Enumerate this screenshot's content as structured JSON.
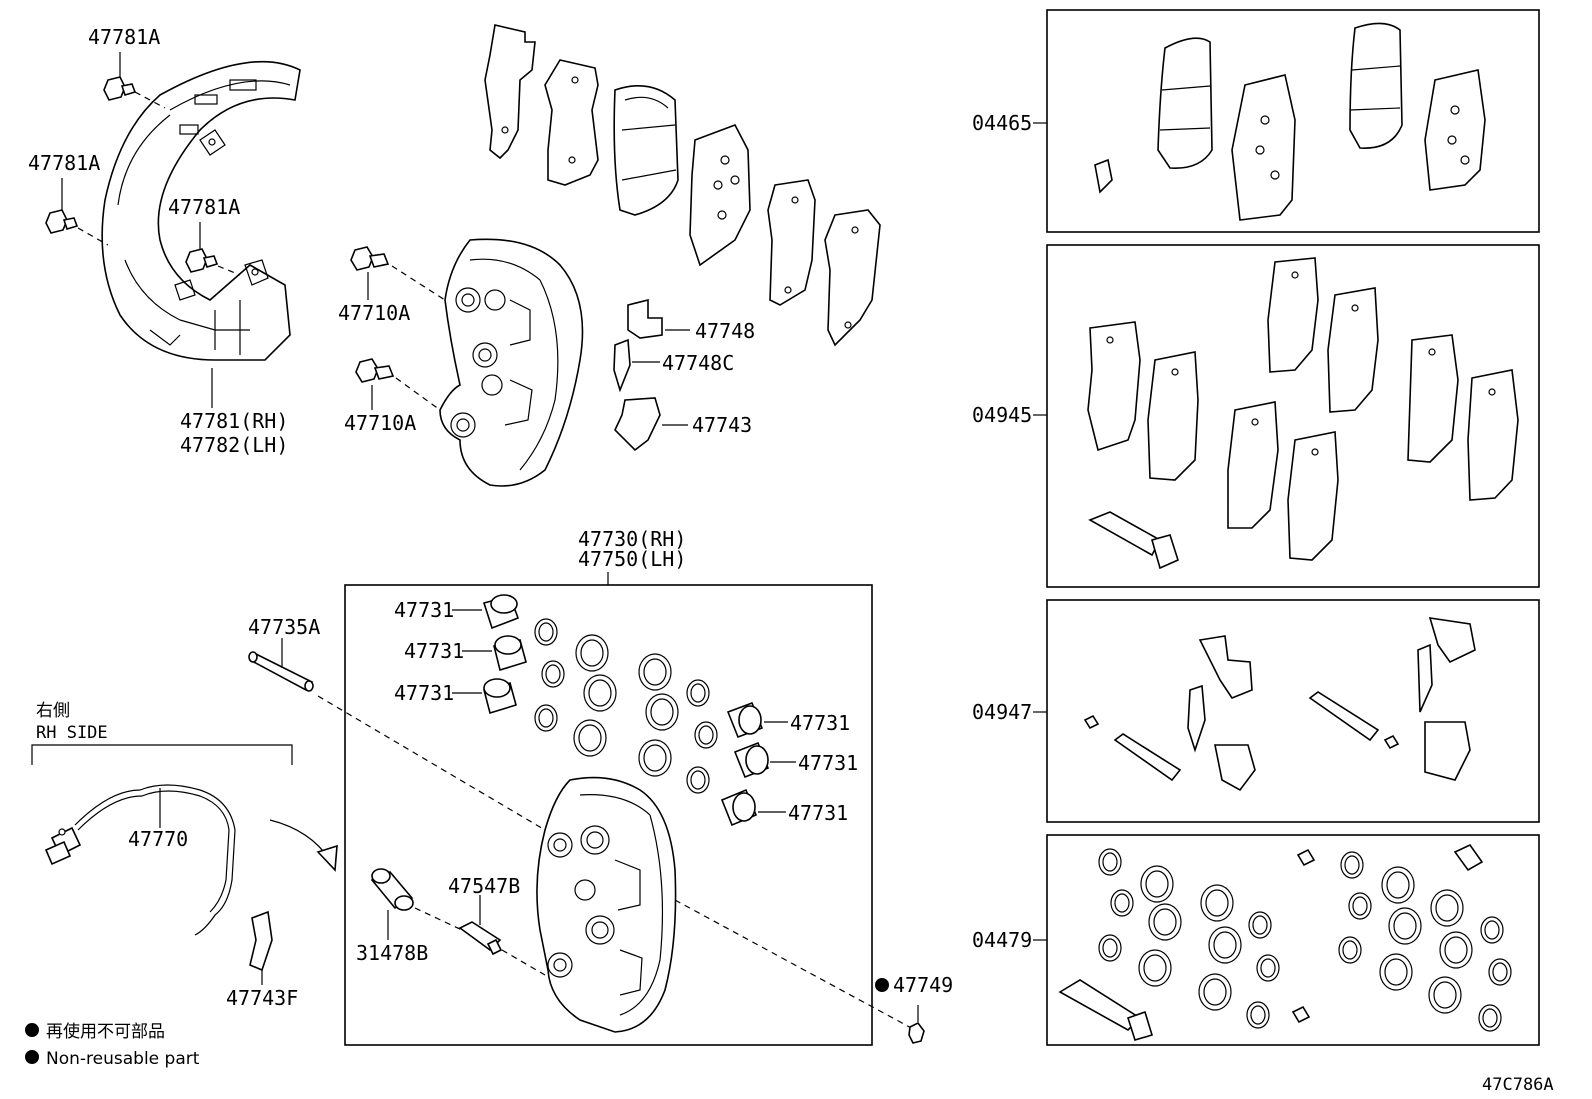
{
  "labels": {
    "p47781A_top": "47781A",
    "p47781A_mid": "47781A",
    "p47781A_low": "47781A",
    "p47781_rh": "47781(RH)",
    "p47782_lh": "47782(LH)",
    "p47710A_top": "47710A",
    "p47710A_bot": "47710A",
    "p47748": "47748",
    "p47748C": "47748C",
    "p47743": "47743",
    "p47730_rh": "47730(RH)",
    "p47750_lh": "47750(LH)",
    "p47731_l1": "47731",
    "p47731_l2": "47731",
    "p47731_l3": "47731",
    "p47731_r1": "47731",
    "p47731_r2": "47731",
    "p47731_r3": "47731",
    "p47735A": "47735A",
    "p47770": "47770",
    "p47743F": "47743F",
    "p31478B": "31478B",
    "p47547B": "47547B",
    "p47749": "47749",
    "kit04465": "04465",
    "kit04945": "04945",
    "kit04947": "04947",
    "kit04479": "04479"
  },
  "side": {
    "jp": "右側",
    "en": "RH SIDE"
  },
  "legend": {
    "jp": "再使用不可部品",
    "en": "Non-reusable part",
    "bullet": "●"
  },
  "diagram_code": "47C786A"
}
